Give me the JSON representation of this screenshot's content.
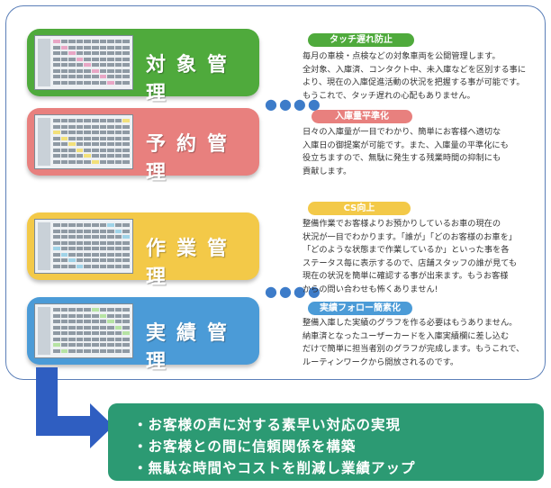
{
  "panels": [
    {
      "title": "対象管理"
    },
    {
      "title": "予約管理"
    },
    {
      "title": "作業管理"
    },
    {
      "title": "実績管理"
    }
  ],
  "sections": [
    {
      "tag": "タッチ遅れ防止",
      "lines": [
        "毎月の車検・点検などの対象車両を公開管理します。",
        "全対象、入庫済、コンタクト中、未入庫などを区別する事に",
        "より、現在の入庫促進活動の状況を把握する事が可能です。",
        "もうこれで、タッチ遅れの心配もありません。"
      ]
    },
    {
      "tag": "入庫量平準化",
      "lines": [
        "日々の入庫量が一目でわかり、簡単にお客様へ適切な",
        "入庫日の御提案が可能です。また、入庫量の平準化にも",
        "役立ちますので、無駄に発生する残業時間の抑制にも",
        "貢献します。"
      ]
    },
    {
      "tag": "CS向上",
      "lines": [
        "整備作業でお客様よりお預かりしているお車の現在の",
        "状況が一目でわかります。「誰が」「どのお客様のお車を」",
        "「どのような状態まで作業しているか」といった事を各",
        "ステータス毎に表示するので、店舗スタッフの誰が見ても",
        "現在の状況を簡単に確認する事が出来ます。もうお客様",
        "からの問い合わせも怖くありません!"
      ]
    },
    {
      "tag": "実績フォロー簡素化",
      "lines": [
        "整備入庫した実績のグラフを作る必要はもうありません。",
        "納車済となったユーザーカードを入庫実績欄に差し込む",
        "だけで簡単に担当者別のグラフが完成します。もうこれで、",
        "ルーティンワークから開放されるのです。"
      ]
    }
  ],
  "results": [
    "・お客様の声に対する素早い対応の実現",
    "・お客様との間に信頼関係を構築",
    "・無駄な時間やコストを削減し業績アップ"
  ],
  "dots": "●●●●"
}
